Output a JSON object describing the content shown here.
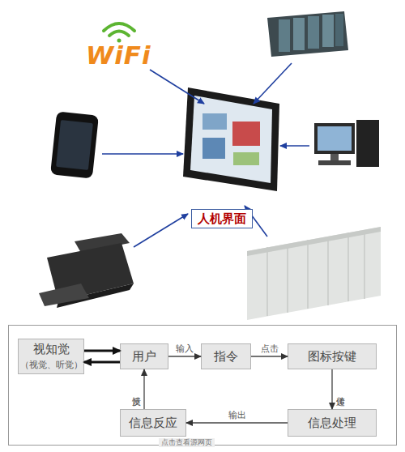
{
  "diagram": {
    "nodes": [
      {
        "text": [
          "人机界面"
        ]
      },
      {
        "text": [
          "视知觉",
          "（视觉、听觉）"
        ]
      },
      {
        "text": [
          "用户"
        ]
      },
      {
        "text": [
          "指令"
        ]
      },
      {
        "text": [
          "图标按键"
        ]
      },
      {
        "text": [
          "信息处理"
        ]
      },
      {
        "text": [
          "信息反应"
        ]
      }
    ],
    "edges": [
      {
        "from": 1,
        "to": 2,
        "arrow": "to"
      },
      {
        "from": 2,
        "to": 1,
        "arrow": "to"
      },
      {
        "from": 2,
        "to": 3,
        "label": "输入",
        "arrow": "to"
      },
      {
        "from": 3,
        "to": 4,
        "label": "点击",
        "arrow": "to"
      },
      {
        "from": 4,
        "to": 5,
        "label": "传递",
        "arrow": "to"
      },
      {
        "from": 5,
        "to": 6,
        "label": "输出",
        "arrow": "to"
      },
      {
        "from": 6,
        "to": 2,
        "label": "反馈",
        "arrow": "to"
      }
    ],
    "labels": [
      "WiFi",
      "点击查看源网页"
    ]
  }
}
